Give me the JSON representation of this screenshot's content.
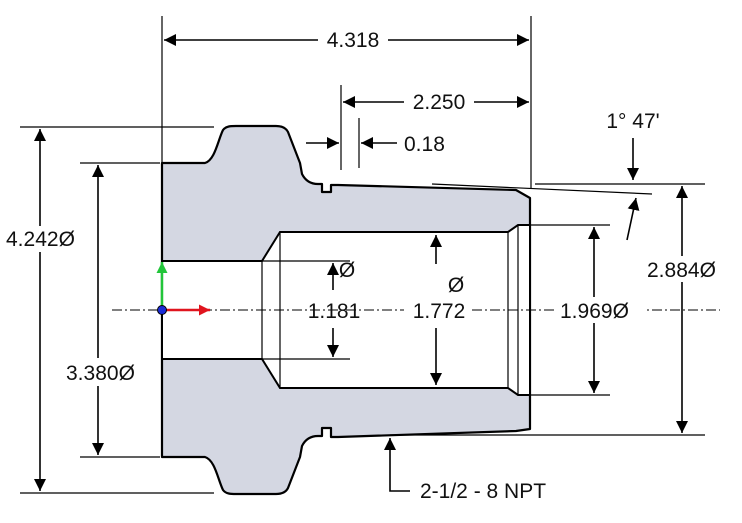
{
  "dimensions": {
    "overall_length": "4.318",
    "bore_length": "2.250",
    "groove_width": "0.18",
    "taper_angle": "1° 47'",
    "flange_diameter": "4.242",
    "hub_diameter": "3.380",
    "thread_diameter": "2.884",
    "bore_small": "1.181",
    "bore_mid": "1.772",
    "bore_large": "1.969",
    "thread_callout": "2-1/2 - 8 NPT",
    "diameter_symbol": "Ø"
  },
  "colors": {
    "part_fill": "#d4d7e2",
    "axis_x": "#e0141e",
    "axis_y": "#22c53a",
    "origin": "#1a2bd8"
  },
  "icons": [
    "coordinate-axes-icon"
  ]
}
